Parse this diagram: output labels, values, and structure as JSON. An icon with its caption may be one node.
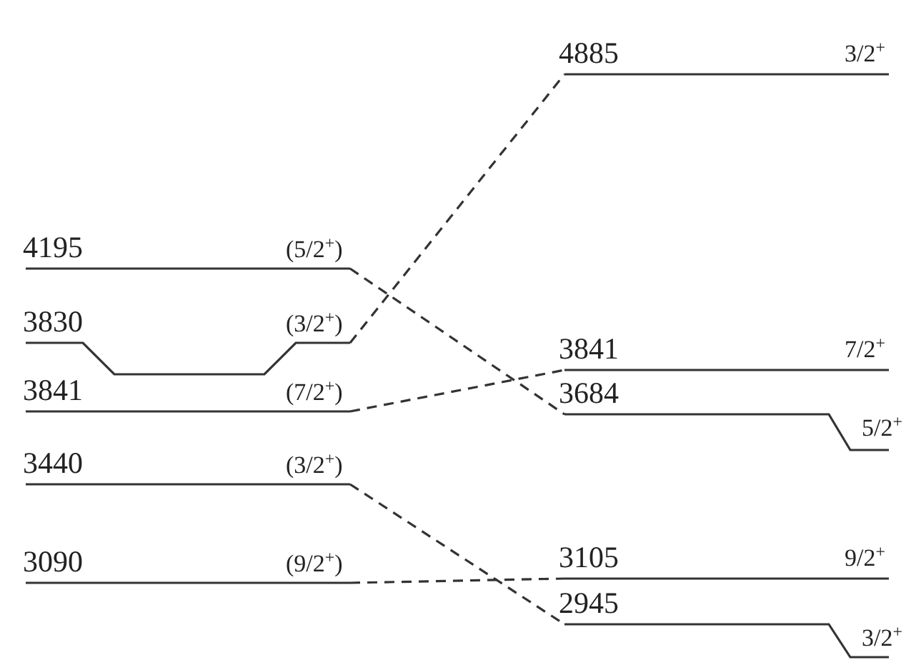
{
  "diagram": {
    "nodes": [
      {
        "text": [
          "4885",
          "3/2$^{+}$"
        ]
      },
      {
        "text": [
          "4195",
          "(5/2$^{+}$)"
        ]
      },
      {
        "text": [
          "3830",
          "(3/2$^{+}$)"
        ]
      },
      {
        "text": [
          "3841",
          "(7/2$^{+}$)"
        ]
      },
      {
        "text": [
          "3841",
          "7/2$^{+}$"
        ]
      },
      {
        "text": [
          "3684",
          "5/2$^{+}$"
        ]
      },
      {
        "text": [
          "3440",
          "(3/2$^{+}$)"
        ]
      },
      {
        "text": [
          "3090",
          "(9/2$^{+}$)"
        ]
      },
      {
        "text": [
          "3105",
          "9/2$^{+}$"
        ]
      },
      {
        "text": [
          "2945",
          "3/2$^{+}$"
        ]
      }
    ],
    "edges": [
      {
        "from": 1,
        "to": 5,
        "arrow": "none",
        "style": "dashed"
      },
      {
        "from": 2,
        "to": 0,
        "arrow": "none",
        "style": "dashed"
      },
      {
        "from": 3,
        "to": 4,
        "arrow": "none",
        "style": "dashed"
      },
      {
        "from": 6,
        "to": 9,
        "arrow": "none",
        "style": "dashed"
      },
      {
        "from": 7,
        "to": 8,
        "arrow": "none",
        "style": "dashed"
      }
    ]
  }
}
